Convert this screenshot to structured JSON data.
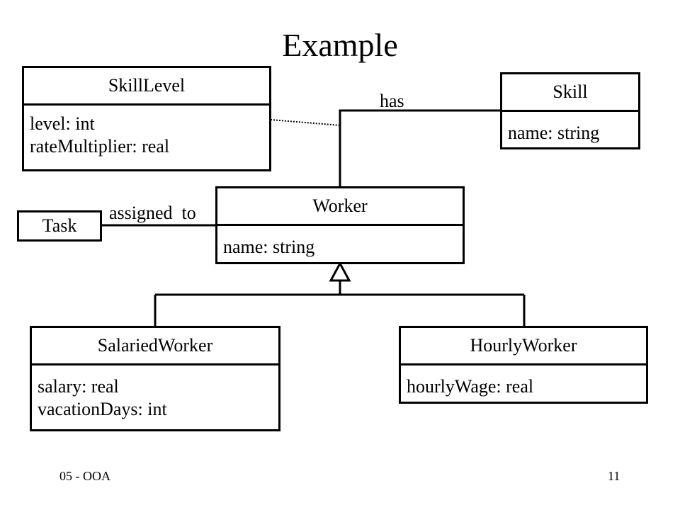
{
  "title": "Example",
  "classes": {
    "skill_level": {
      "name": "SkillLevel",
      "attributes": [
        "level: int",
        "rateMultiplier: real"
      ]
    },
    "skill": {
      "name": "Skill",
      "attributes": [
        "name: string"
      ]
    },
    "worker": {
      "name": "Worker",
      "attributes": [
        "name: string"
      ]
    },
    "salaried_worker": {
      "name": "SalariedWorker",
      "attributes": [
        "salary: real",
        "vacationDays: int"
      ]
    },
    "hourly_worker": {
      "name": "HourlyWorker",
      "attributes": [
        "hourlyWage: real"
      ]
    }
  },
  "task": "Task",
  "associations": {
    "has": "has",
    "assigned_to": "assigned  to"
  },
  "footer": {
    "left": "05 - OOA",
    "right": "11"
  }
}
